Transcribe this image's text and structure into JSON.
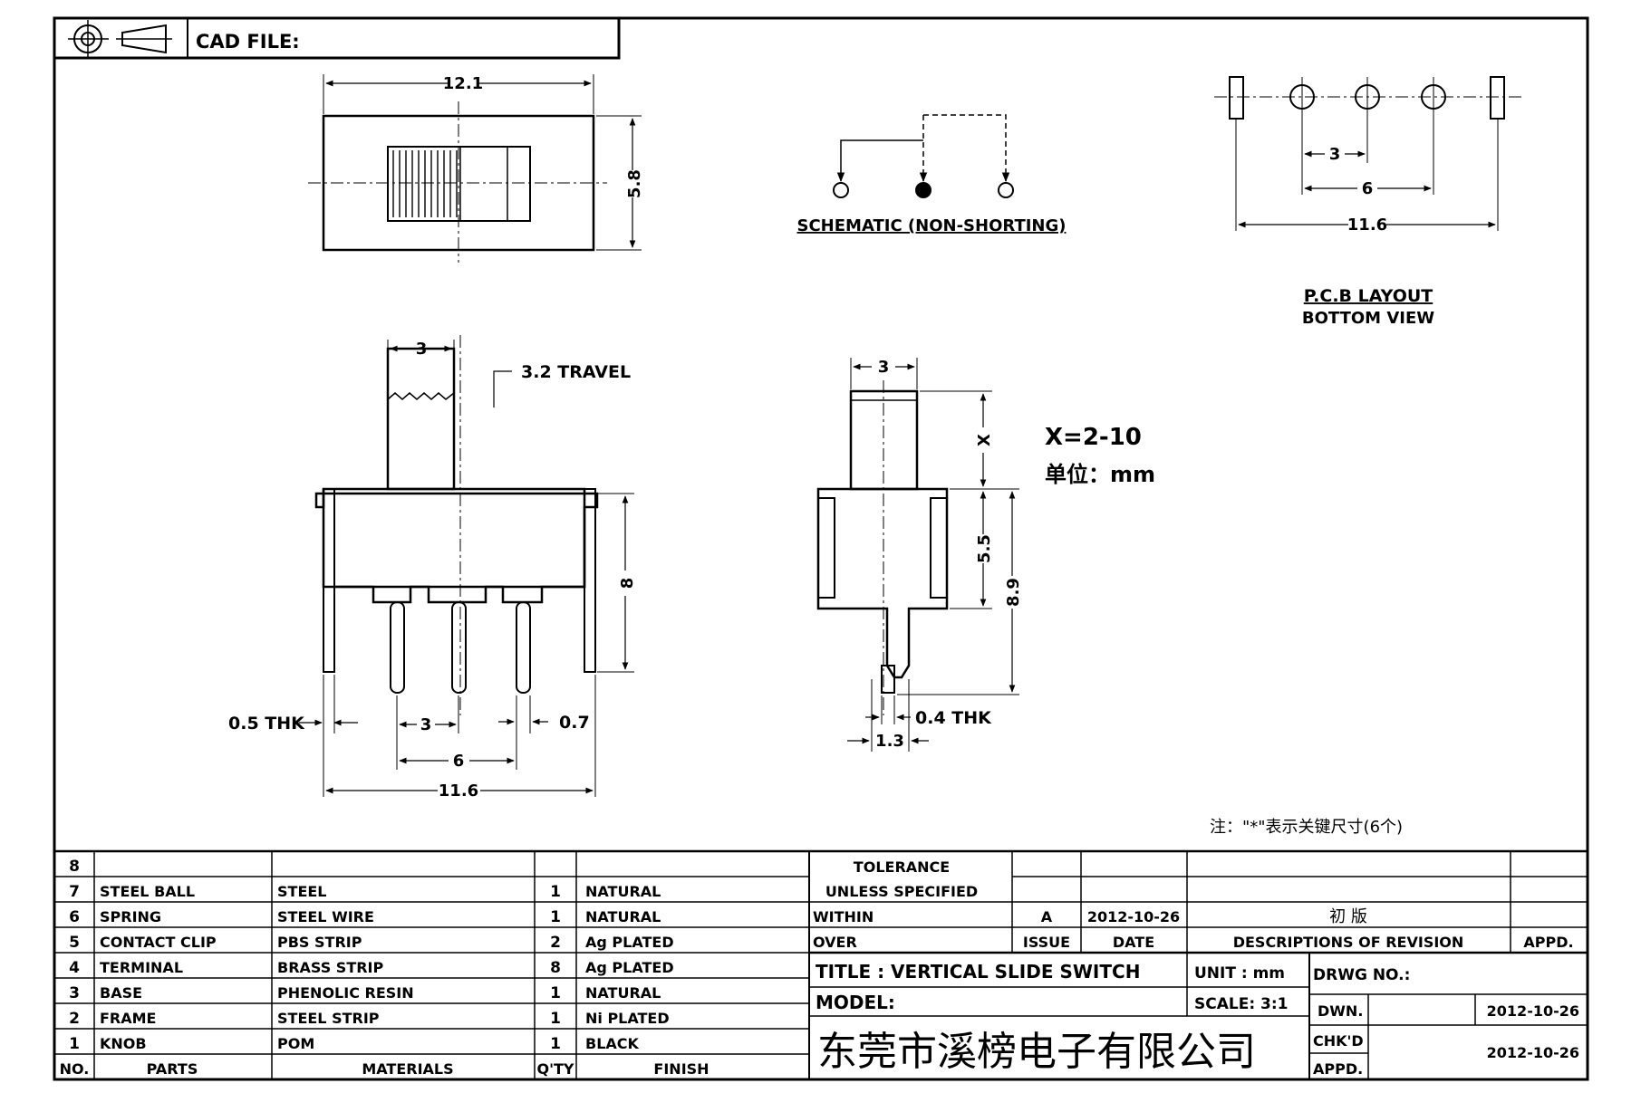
{
  "header": {
    "cad_file_label": "CAD FILE:"
  },
  "top_view": {
    "width_dim": "12.1",
    "height_dim": "5.8"
  },
  "schematic": {
    "label": "SCHEMATIC (NON-SHORTING)"
  },
  "pcb": {
    "dim_pitch": "3",
    "dim_mid": "6",
    "dim_overall": "11.6",
    "title": "P.C.B LAYOUT",
    "subtitle": "BOTTOM VIEW"
  },
  "front_view": {
    "knob_width": "3",
    "travel": "3.2 TRAVEL",
    "height": "8",
    "thickness": "0.5 THK",
    "pitch": "3",
    "lead_width": "0.7",
    "span6": "6",
    "span_overall": "11.6"
  },
  "side_view": {
    "knob_width": "3",
    "x_dim": "X",
    "body_height": "5.5",
    "total_height": "8.9",
    "pin_width": "1.3",
    "pin_thickness": "0.4 THK"
  },
  "notes": {
    "x_range": "X=2-10",
    "unit_note": "单位：mm",
    "key_dim_note": "注：\"*\"表示关键尺寸(6个)"
  },
  "bom": {
    "headers": {
      "no": "NO.",
      "parts": "PARTS",
      "materials": "MATERIALS",
      "qty": "Q'TY",
      "finish": "FINISH"
    },
    "rows": [
      {
        "no": "8",
        "part": "",
        "material": "",
        "qty": "",
        "finish": ""
      },
      {
        "no": "7",
        "part": "STEEL BALL",
        "material": "STEEL",
        "qty": "1",
        "finish": "NATURAL"
      },
      {
        "no": "6",
        "part": "SPRING",
        "material": "STEEL WIRE",
        "qty": "1",
        "finish": "NATURAL"
      },
      {
        "no": "5",
        "part": "CONTACT CLIP",
        "material": "PBS STRIP",
        "qty": "2",
        "finish": "Ag PLATED"
      },
      {
        "no": "4",
        "part": "TERMINAL",
        "material": "BRASS STRIP",
        "qty": "8",
        "finish": "Ag PLATED"
      },
      {
        "no": "3",
        "part": "BASE",
        "material": "PHENOLIC RESIN",
        "qty": "1",
        "finish": "NATURAL"
      },
      {
        "no": "2",
        "part": "FRAME",
        "material": "STEEL STRIP",
        "qty": "1",
        "finish": "Ni PLATED"
      },
      {
        "no": "1",
        "part": "KNOB",
        "material": "POM",
        "qty": "1",
        "finish": "BLACK"
      }
    ]
  },
  "title_block": {
    "tolerance": "TOLERANCE",
    "unless": "UNLESS  SPECIFIED",
    "within": "WITHIN",
    "over": "OVER",
    "issue_value": "A",
    "date_value": "2012-10-26",
    "revision_value": "初  版",
    "issue_label": "ISSUE",
    "date_label": "DATE",
    "desc_label": "DESCRIPTIONS OF REVISION",
    "appd_label": "APPD.",
    "title": "TITLE :  VERTICAL SLIDE SWITCH",
    "unit": "UNIT :  mm",
    "drwg_no": "DRWG NO.:",
    "model": "MODEL:",
    "scale": "SCALE:  3:1",
    "dwn_label": "DWN.",
    "dwn_date": "2012-10-26",
    "company": "东莞市溪榜电子有限公司",
    "chkd_label": "CHK'D",
    "chkd_date": "2012-10-26",
    "appd2_label": "APPD."
  }
}
